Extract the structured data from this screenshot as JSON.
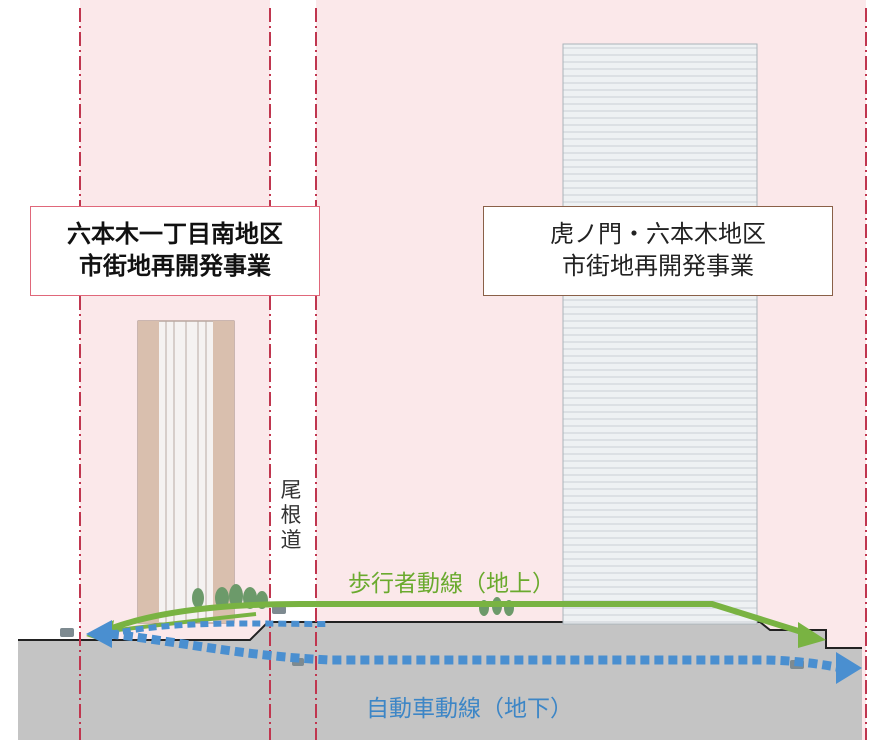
{
  "zones": {
    "left_project": {
      "line1": "六本木一丁目南地区",
      "line2": "市街地再開発事業"
    },
    "right_project": {
      "line1": "虎ノ門・六本木地区",
      "line2": "市街地再開発事業"
    },
    "ridge_road": {
      "chars": [
        "尾",
        "根",
        "道"
      ]
    }
  },
  "flows": {
    "pedestrian": {
      "label": "歩行者動線（地上）",
      "color": "#79b342"
    },
    "vehicle": {
      "label": "自動車動線（地下）",
      "color": "#4a8fd0"
    }
  },
  "colors": {
    "zone_fill": "#fbe8ea",
    "boundary_line": "#c0364f",
    "ground": "#c4c4c4",
    "left_box_border": "#e0677a",
    "right_box_border": "#8a6048",
    "tower_facade": "#d9bfae"
  }
}
